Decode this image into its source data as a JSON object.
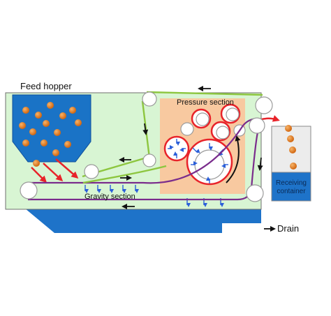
{
  "labels": {
    "feed_hopper": "Feed hopper",
    "pressure_section": "Pressure section",
    "gravity_section": "Gravity section",
    "receiving_line1": "Receiving",
    "receiving_line2": "container",
    "drain": "Drain"
  },
  "colors": {
    "frame_fill": "#d8f5d3",
    "hopper_fill": "#1a73c6",
    "pressure_fill": "#f8c9a0",
    "water": "#1e73c9",
    "upper_belt": "#8dc63f",
    "lower_belt": "#7a2c8c",
    "red_path": "#e8232a",
    "sphere": "#e07b1a",
    "blue_arrows": "#2b5fd9"
  },
  "icons": [
    "roller-icon",
    "spheres-icon",
    "direction-arrow-icon",
    "pressure-arrow-icon"
  ]
}
